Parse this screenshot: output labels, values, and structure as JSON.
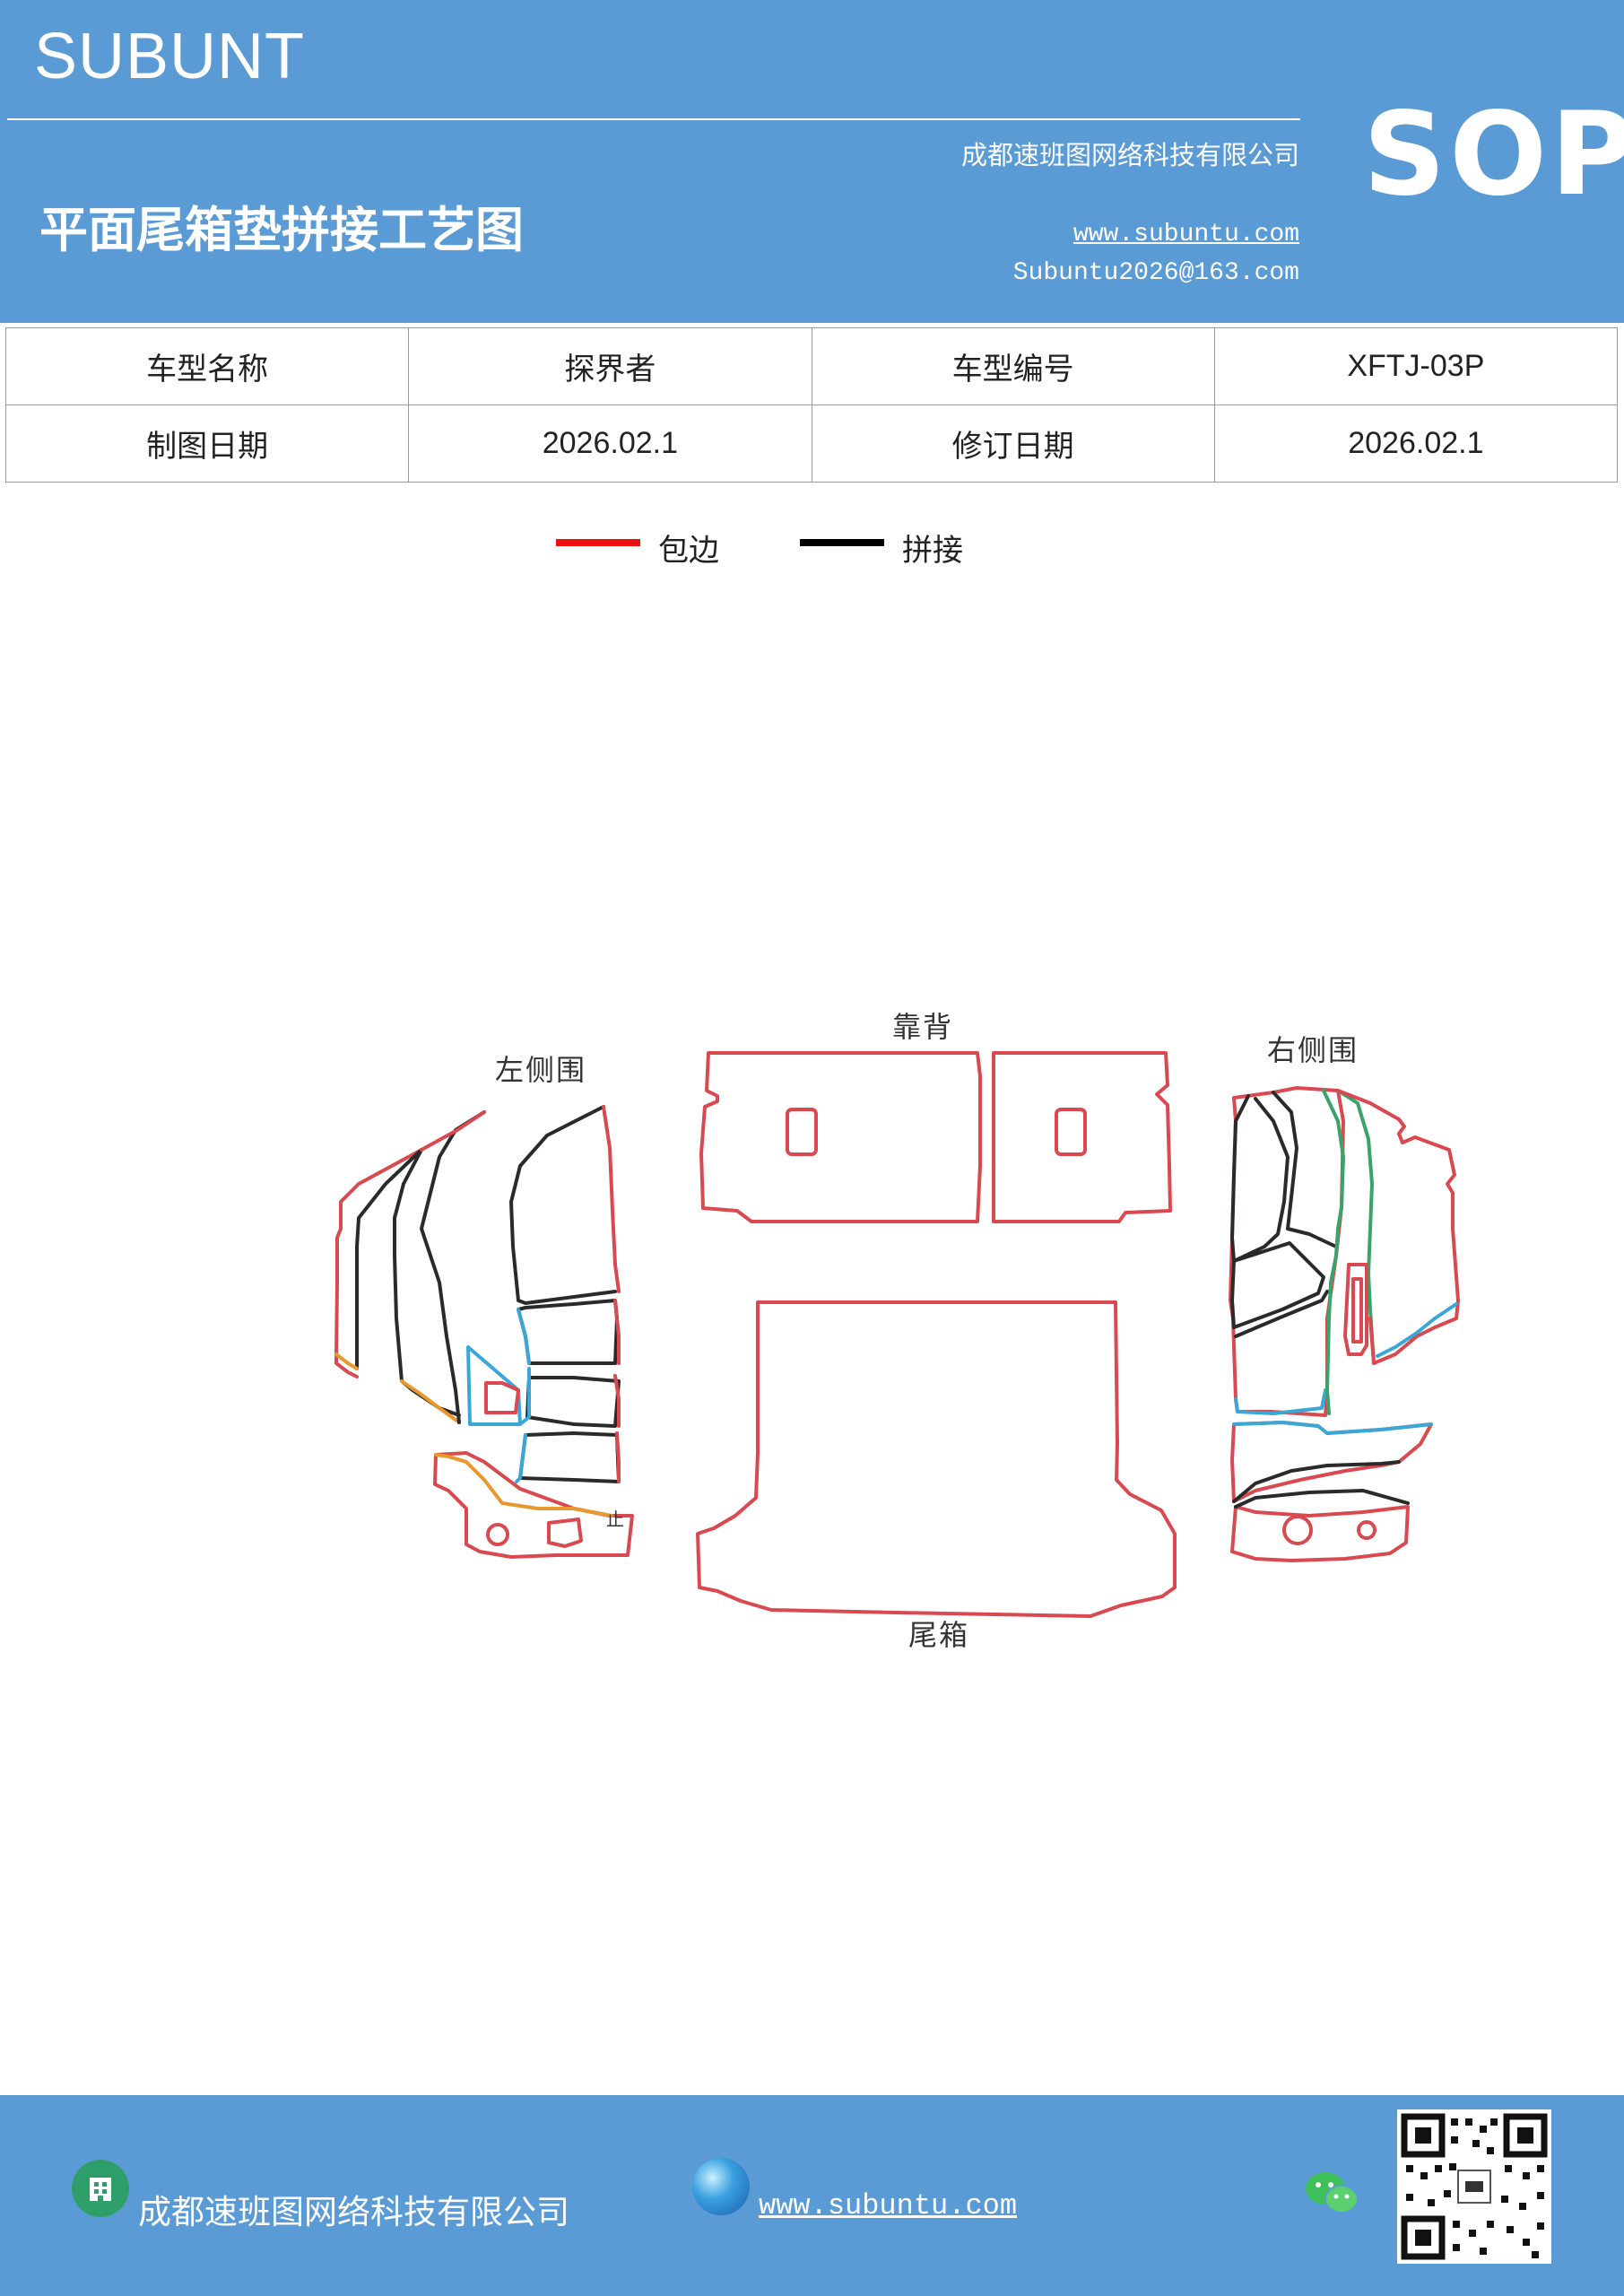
{
  "header": {
    "brand": "SUBUNT",
    "company": "成都速班图网络科技有限公司",
    "sop": "SOP",
    "title": "平面尾箱垫拼接工艺图",
    "website": "www.subuntu.com",
    "email": "Subuntu2026@163.com"
  },
  "info": {
    "model_name_label": "车型名称",
    "model_name_value": "探界者",
    "model_code_label": "车型编号",
    "model_code_value": "XFTJ-03P",
    "draw_date_label": "制图日期",
    "draw_date_value": "2026.02.1",
    "revise_date_label": "修订日期",
    "revise_date_value": "2026.02.1"
  },
  "legend": [
    {
      "label": "包边",
      "color": "#ee1111"
    },
    {
      "label": "拼接",
      "color": "#000000"
    }
  ],
  "diagram": {
    "labels": {
      "left_side": "左侧围",
      "backrest": "靠背",
      "right_side": "右侧围",
      "trunk": "尾箱",
      "small_mark": "止"
    },
    "colors": {
      "edge": "#d9494f",
      "seam": "#2a2a2a",
      "blue": "#3aa8d6",
      "orange": "#e8992e",
      "green": "#3aa36a"
    }
  },
  "footer": {
    "company": "成都速班图网络科技有限公司",
    "website": "www.subuntu.com",
    "building_icon": "building-icon",
    "globe_icon": "globe-icon",
    "wechat_icon": "wechat-icon"
  }
}
